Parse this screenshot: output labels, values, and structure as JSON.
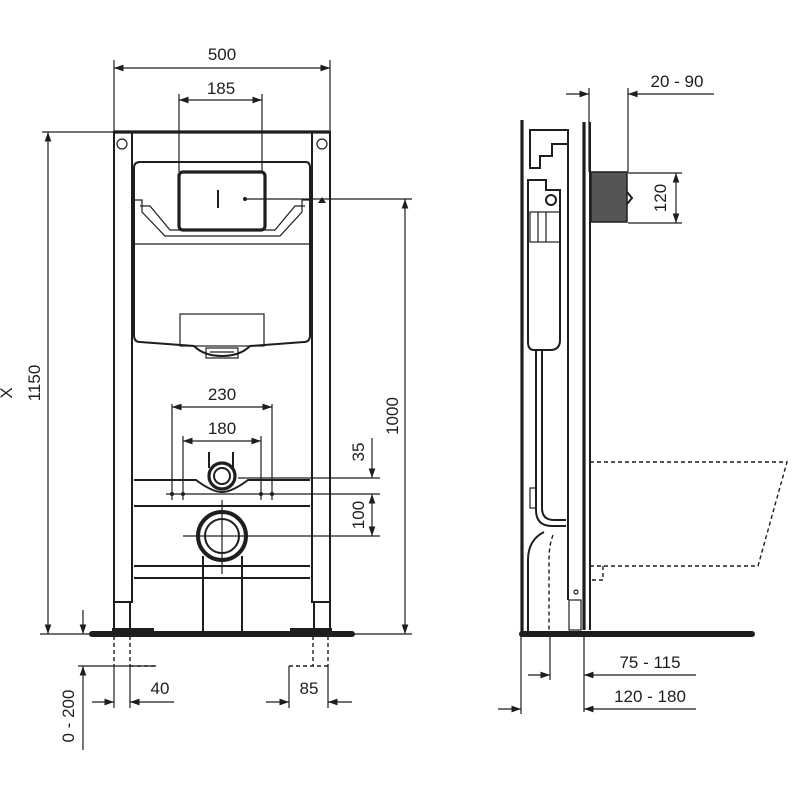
{
  "diagram": {
    "type": "technical installation drawing",
    "subject": "wall-hung WC installation frame",
    "views": [
      "front-view",
      "side-view"
    ],
    "stroke_color": "#1e1e1e",
    "background_color": "#ffffff"
  },
  "front_view": {
    "dims": {
      "frame_width": "500",
      "flush_plate_width": "185",
      "frame_height": "1150",
      "cistern_height": "1000",
      "bolt_spacing_outer": "230",
      "bolt_spacing_inner": "180",
      "supply_offset": "35",
      "waste_offset": "100",
      "floor_adjust": "0 - 200",
      "foot_left": "40",
      "foot_right": "85",
      "cut_mark": "X"
    }
  },
  "side_view": {
    "dims": {
      "wall_finish_depth": "20 - 90",
      "flush_opening_height": "120",
      "foot_depth": "75 - 115",
      "total_depth": "120 - 180"
    }
  }
}
